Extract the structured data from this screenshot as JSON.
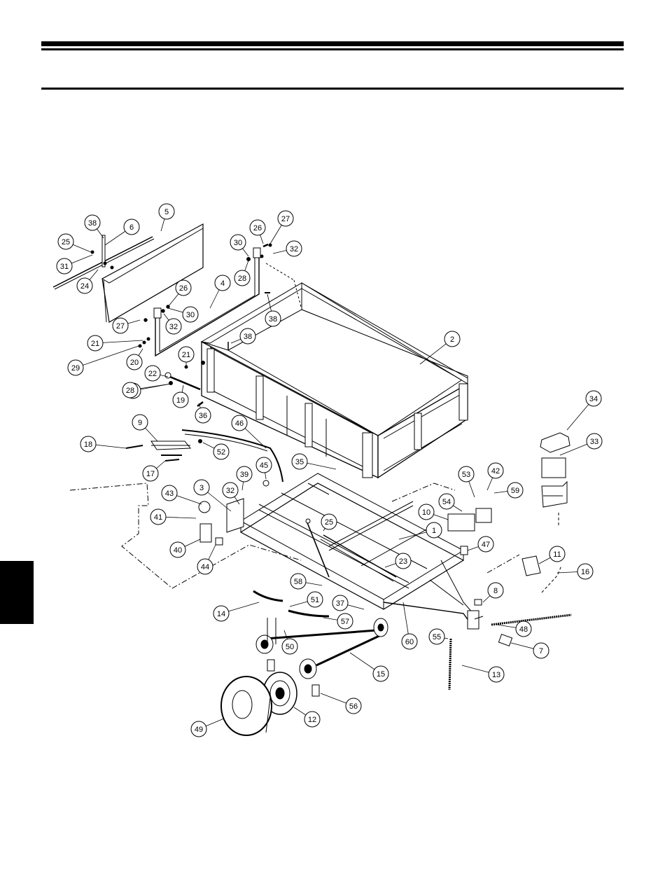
{
  "header": {
    "has_title": false
  },
  "diagram": {
    "kind": "exploded parts view",
    "subject": "utility trailer",
    "colors": {
      "ink": "#000000",
      "paper": "#ffffff"
    },
    "callouts": [
      "1",
      "2",
      "3",
      "4",
      "5",
      "6",
      "7",
      "8",
      "9",
      "10",
      "11",
      "12",
      "13",
      "14",
      "15",
      "16",
      "17",
      "18",
      "19",
      "20",
      "21",
      "21",
      "22",
      "23",
      "24",
      "25",
      "25",
      "26",
      "26",
      "27",
      "27",
      "28",
      "28",
      "28",
      "29",
      "30",
      "30",
      "31",
      "32",
      "32",
      "32",
      "33",
      "34",
      "35",
      "36",
      "37",
      "38",
      "38",
      "38",
      "39",
      "40",
      "41",
      "42",
      "43",
      "44",
      "45",
      "46",
      "47",
      "48",
      "49",
      "50",
      "51",
      "52",
      "53",
      "54",
      "55",
      "56",
      "57",
      "58",
      "59",
      "60"
    ]
  }
}
